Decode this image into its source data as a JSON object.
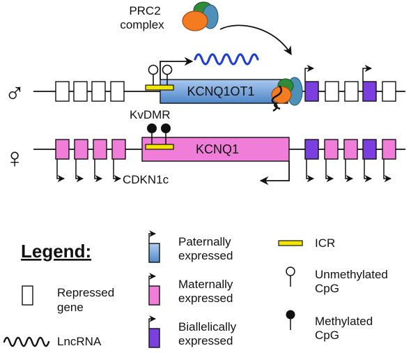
{
  "labels": {
    "prc2_line1": "PRC2",
    "prc2_line2": "complex",
    "kcnq1ot1": "KCNQ1OT1",
    "kvdmr": "KvDMR",
    "kcnq1": "KCNQ1",
    "cdkn1c": "CDKN1c"
  },
  "symbols": {
    "male": "♂",
    "female": "♀"
  },
  "legend": {
    "title": "Legend:",
    "repressed_gene": [
      "Repressed",
      "gene"
    ],
    "lncrna": "LncRNA",
    "paternally_expressed": [
      "Paternally",
      "expressed"
    ],
    "maternally_expressed": [
      "Maternally",
      "expressed"
    ],
    "biallelically_expressed": [
      "Biallelically",
      "expressed"
    ],
    "icr": "ICR",
    "unmethylated_cpg": [
      "Unmethylated",
      "CpG"
    ],
    "methylated_cpg": [
      "Methylated",
      "CpG"
    ]
  },
  "colors": {
    "paternal": "#6f9fd6",
    "maternal": "#f07ed8",
    "biallelic": "#7b3fe0",
    "icr": "#f2e600",
    "lncrna": "#1f3fd6",
    "prc2_orange": "#f47b20",
    "prc2_green": "#2e8b3a",
    "prc2_blue": "#3f7fa8"
  }
}
